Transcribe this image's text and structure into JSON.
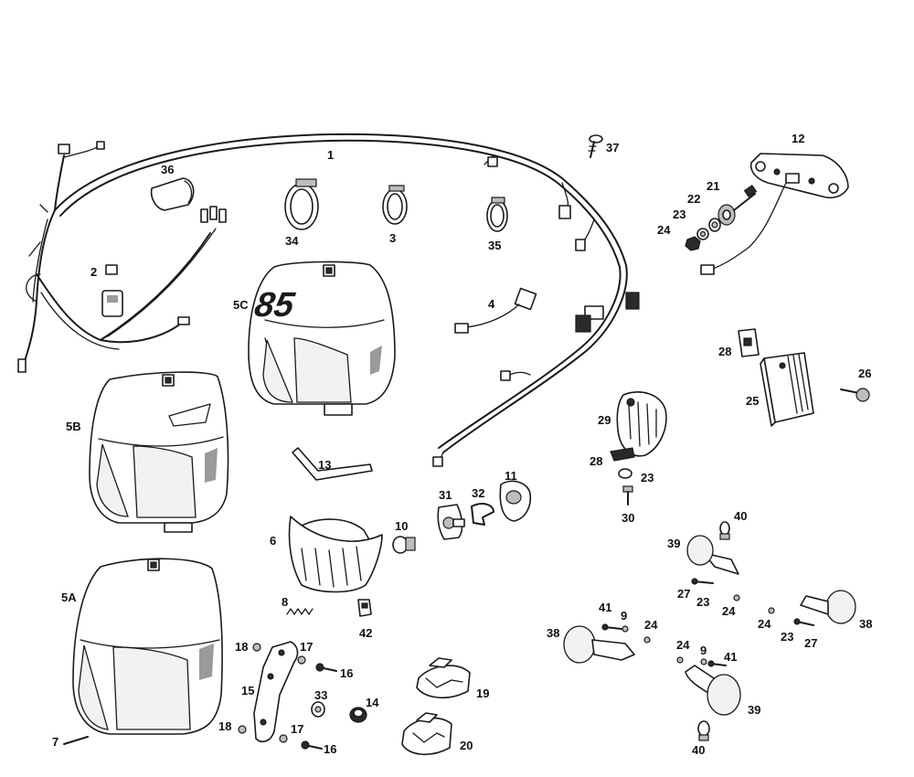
{
  "diagram": {
    "labels": [
      {
        "id": "1",
        "text": "1"
      },
      {
        "id": "2",
        "text": "2"
      },
      {
        "id": "3",
        "text": "3"
      },
      {
        "id": "4",
        "text": "4"
      },
      {
        "id": "5A",
        "text": "5A"
      },
      {
        "id": "5B",
        "text": "5B"
      },
      {
        "id": "5C",
        "text": "5C"
      },
      {
        "id": "6",
        "text": "6"
      },
      {
        "id": "7",
        "text": "7"
      },
      {
        "id": "8",
        "text": "8"
      },
      {
        "id": "9a",
        "text": "9"
      },
      {
        "id": "9b",
        "text": "9"
      },
      {
        "id": "10",
        "text": "10"
      },
      {
        "id": "11",
        "text": "11"
      },
      {
        "id": "12",
        "text": "12"
      },
      {
        "id": "13",
        "text": "13"
      },
      {
        "id": "14",
        "text": "14"
      },
      {
        "id": "15",
        "text": "15"
      },
      {
        "id": "16a",
        "text": "16"
      },
      {
        "id": "16b",
        "text": "16"
      },
      {
        "id": "17a",
        "text": "17"
      },
      {
        "id": "17b",
        "text": "17"
      },
      {
        "id": "18a",
        "text": "18"
      },
      {
        "id": "18b",
        "text": "18"
      },
      {
        "id": "19",
        "text": "19"
      },
      {
        "id": "20",
        "text": "20"
      },
      {
        "id": "21",
        "text": "21"
      },
      {
        "id": "22",
        "text": "22"
      },
      {
        "id": "23a",
        "text": "23"
      },
      {
        "id": "23b",
        "text": "23"
      },
      {
        "id": "23c",
        "text": "23"
      },
      {
        "id": "23d",
        "text": "23"
      },
      {
        "id": "24a",
        "text": "24"
      },
      {
        "id": "24b",
        "text": "24"
      },
      {
        "id": "24c",
        "text": "24"
      },
      {
        "id": "24d",
        "text": "24"
      },
      {
        "id": "24e",
        "text": "24"
      },
      {
        "id": "25",
        "text": "25"
      },
      {
        "id": "26",
        "text": "26"
      },
      {
        "id": "27a",
        "text": "27"
      },
      {
        "id": "27b",
        "text": "27"
      },
      {
        "id": "28a",
        "text": "28"
      },
      {
        "id": "28b",
        "text": "28"
      },
      {
        "id": "29",
        "text": "29"
      },
      {
        "id": "30",
        "text": "30"
      },
      {
        "id": "31",
        "text": "31"
      },
      {
        "id": "32",
        "text": "32"
      },
      {
        "id": "33",
        "text": "33"
      },
      {
        "id": "34",
        "text": "34"
      },
      {
        "id": "35",
        "text": "35"
      },
      {
        "id": "36",
        "text": "36"
      },
      {
        "id": "37",
        "text": "37"
      },
      {
        "id": "38a",
        "text": "38"
      },
      {
        "id": "38b",
        "text": "38"
      },
      {
        "id": "39a",
        "text": "39"
      },
      {
        "id": "39b",
        "text": "39"
      },
      {
        "id": "40a",
        "text": "40"
      },
      {
        "id": "40b",
        "text": "40"
      },
      {
        "id": "41a",
        "text": "41"
      },
      {
        "id": "41b",
        "text": "41"
      },
      {
        "id": "42",
        "text": "42"
      }
    ],
    "headlight_5c_number": "85"
  }
}
